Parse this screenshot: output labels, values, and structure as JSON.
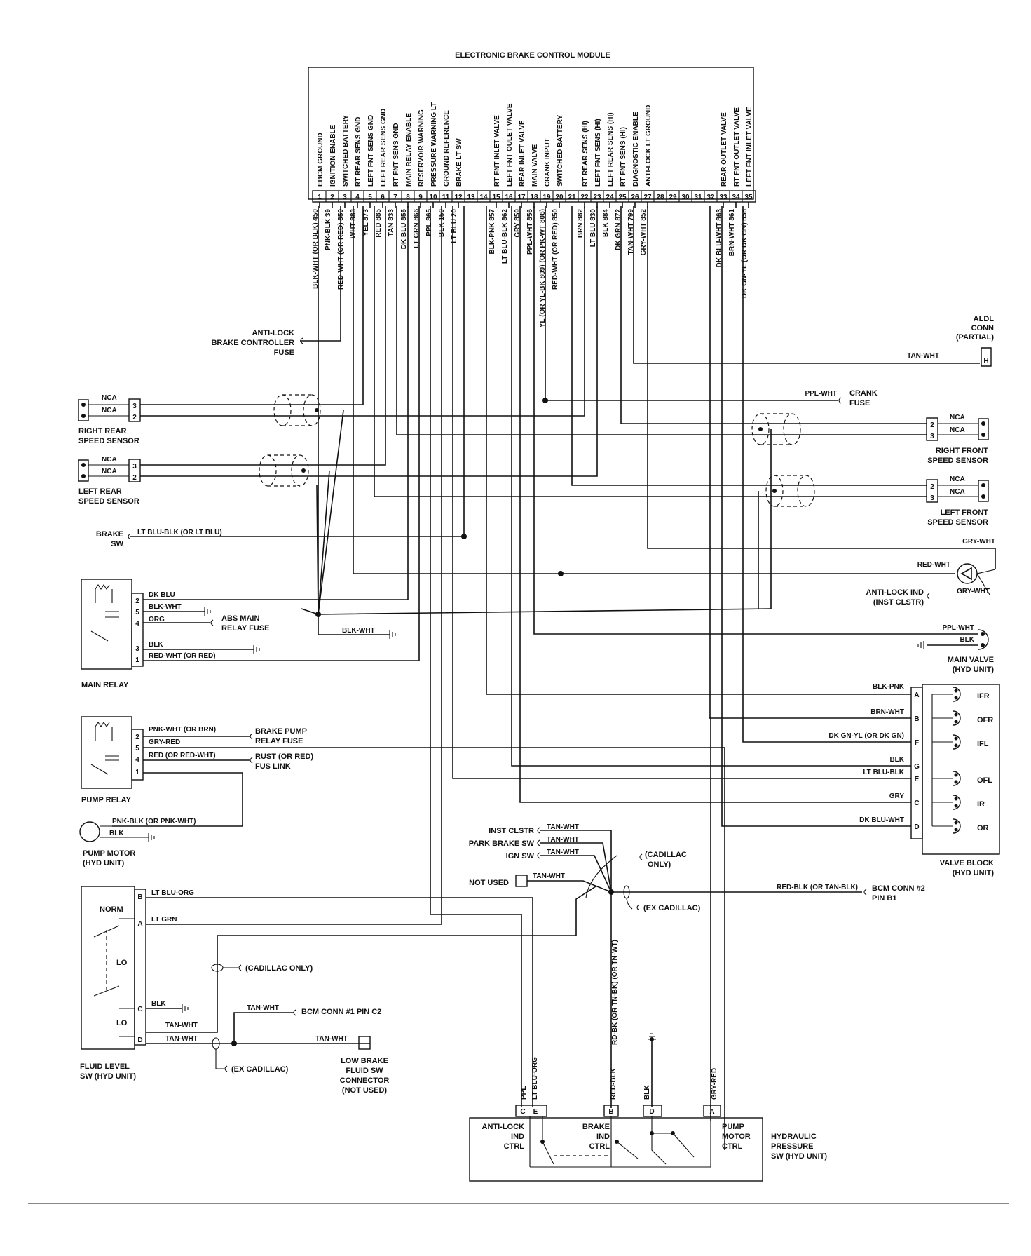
{
  "module": {
    "title": "ELECTRONIC BRAKE CONTROL MODULE",
    "functions": [
      {
        "pin": 1,
        "name": "EBCM GROUND"
      },
      {
        "pin": 2,
        "name": "IGNITION ENABLE"
      },
      {
        "pin": 3,
        "name": "SWITCHED BATTERY"
      },
      {
        "pin": 4,
        "name": "RT REAR SENS GND"
      },
      {
        "pin": 5,
        "name": "LEFT FNT SENS GND"
      },
      {
        "pin": 6,
        "name": "LEFT REAR SENS GND"
      },
      {
        "pin": 7,
        "name": "RT FNT SENS GND"
      },
      {
        "pin": 8,
        "name": "MAIN RELAY ENABLE"
      },
      {
        "pin": 9,
        "name": "RESERVOIR WARNING"
      },
      {
        "pin": 10,
        "name": "PRESSURE WARNING LT"
      },
      {
        "pin": 11,
        "name": "GROUND REFERENCE"
      },
      {
        "pin": 12,
        "name": "BRAKE LT SW"
      },
      {
        "pin": 15,
        "name": "RT FNT INLET VALVE"
      },
      {
        "pin": 16,
        "name": "LEFT FNT OULET VALVE"
      },
      {
        "pin": 17,
        "name": "REAR INLET VALVE"
      },
      {
        "pin": 18,
        "name": "MAIN VALVE"
      },
      {
        "pin": 19,
        "name": "CRANK INPUT"
      },
      {
        "pin": 20,
        "name": "SWITCHED BATTERY"
      },
      {
        "pin": 22,
        "name": "RT REAR SENS (HI)"
      },
      {
        "pin": 23,
        "name": "LEFT FNT SENS (HI)"
      },
      {
        "pin": 24,
        "name": "LEFT REAR SENS (HI)"
      },
      {
        "pin": 25,
        "name": "RT FNT SENS (HI)"
      },
      {
        "pin": 26,
        "name": "DIAGNOSTIC ENABLE"
      },
      {
        "pin": 27,
        "name": "ANTI-LOCK LT GROUND"
      },
      {
        "pin": 33,
        "name": "REAR OUTLET VALVE"
      },
      {
        "pin": 34,
        "name": "RT FNT OUTLET VALVE"
      },
      {
        "pin": 35,
        "name": "LEFT FNT INLET VALVE"
      }
    ],
    "pins": [
      "1",
      "2",
      "3",
      "4",
      "5",
      "6",
      "7",
      "8",
      "9",
      "10",
      "11",
      "12",
      "13",
      "14",
      "15",
      "16",
      "17",
      "18",
      "19",
      "20",
      "21",
      "22",
      "23",
      "24",
      "25",
      "26",
      "27",
      "28",
      "29",
      "30",
      "31",
      "32",
      "33",
      "34",
      "35"
    ],
    "wires": [
      {
        "pin": 1,
        "label": "BLK-WHT (OR BLK) 450"
      },
      {
        "pin": 2,
        "label": "PNK-BLK 39"
      },
      {
        "pin": 3,
        "label": "RED-WHT (OR RED) 850"
      },
      {
        "pin": 4,
        "label": "WHT 883"
      },
      {
        "pin": 5,
        "label": "YEL 873"
      },
      {
        "pin": 6,
        "label": "RED 885"
      },
      {
        "pin": 7,
        "label": "TAN 833"
      },
      {
        "pin": 8,
        "label": "DK BLU 855"
      },
      {
        "pin": 9,
        "label": "LT GRN 866"
      },
      {
        "pin": 10,
        "label": "PPL 865"
      },
      {
        "pin": 11,
        "label": "BLK 150"
      },
      {
        "pin": 12,
        "label": "LT BLU 20"
      },
      {
        "pin": 15,
        "label": "BLK-PNK 857"
      },
      {
        "pin": 16,
        "label": "LT BLU-BLK 862"
      },
      {
        "pin": 17,
        "label": "GRY 859"
      },
      {
        "pin": 18,
        "label": "PPL-WHT 856"
      },
      {
        "pin": 19,
        "label": "YL (OR YL-BK 809) (OR PK-WT 806)"
      },
      {
        "pin": 20,
        "label": "RED-WHT (OR RED) 850"
      },
      {
        "pin": 22,
        "label": "BRN 882"
      },
      {
        "pin": 23,
        "label": "LT BLU 830"
      },
      {
        "pin": 24,
        "label": "BLK 884"
      },
      {
        "pin": 25,
        "label": "DK GRN 872"
      },
      {
        "pin": 26,
        "label": "TAN-WHT 799"
      },
      {
        "pin": 27,
        "label": "GRY-WHT 852"
      },
      {
        "pin": 33,
        "label": "DK BLU-WHT 863"
      },
      {
        "pin": 34,
        "label": "BRN-WHT 861"
      },
      {
        "pin": 35,
        "label": "DK GN-YL (OR DK GN) 858"
      }
    ]
  },
  "labels": {
    "abc_fuse": [
      "ANTI-LOCK",
      "BRAKE CONTROLLER",
      "FUSE"
    ],
    "aldl": [
      "ALDL",
      "CONN",
      "(PARTIAL)"
    ],
    "aldl_wire": "TAN-WHT",
    "aldl_pin": "H",
    "ppl_wht": "PPL-WHT",
    "crank_fuse": [
      "CRANK",
      "FUSE"
    ],
    "nca": "NCA",
    "rr_sensor": [
      "RIGHT REAR",
      "SPEED SENSOR"
    ],
    "lr_sensor": [
      "LEFT REAR",
      "SPEED SENSOR"
    ],
    "rf_sensor": [
      "RIGHT FRONT",
      "SPEED SENSOR"
    ],
    "lf_sensor": [
      "LEFT FRONT",
      "SPEED SENSOR"
    ],
    "pin2": "2",
    "pin3": "3",
    "brake_sw": [
      "BRAKE",
      "SW"
    ],
    "brake_sw_wire": "LT BLU-BLK (OR LT BLU)",
    "gry_wht": "GRY-WHT",
    "red_wht": "RED-WHT",
    "antilock_ind": [
      "ANTI-LOCK IND",
      "(INST CLSTR)"
    ],
    "main_relay": {
      "title": "MAIN RELAY",
      "wires": [
        "DK BLU",
        "BLK-WHT",
        "ORG",
        "BLK",
        "RED-WHT (OR RED)"
      ],
      "pins": [
        "2",
        "5",
        "4",
        "3",
        "1"
      ],
      "fuse": [
        "ABS MAIN",
        "RELAY FUSE"
      ]
    },
    "blk_wht": "BLK-WHT",
    "blk": "BLK",
    "main_valve": [
      "MAIN VALVE",
      "(HYD UNIT)"
    ],
    "pump_relay": {
      "title": "PUMP RELAY",
      "wires": [
        "PNK-WHT (OR BRN)",
        "GRY-RED",
        "RED (OR RED-WHT)"
      ],
      "pins": [
        "2",
        "5",
        "4",
        "1"
      ],
      "fuse1": [
        "BRAKE PUMP",
        "RELAY FUSE"
      ],
      "fuse2": [
        "RUST (OR RED)",
        "FUS LINK"
      ]
    },
    "pump_motor": {
      "title": [
        "PUMP MOTOR",
        "(HYD UNIT)"
      ],
      "wires": [
        "PNK-BLK (OR PNK-WHT)",
        "BLK"
      ]
    },
    "valve_block": {
      "title": [
        "VALVE BLOCK",
        "(HYD UNIT)"
      ],
      "wires": [
        "BLK-PNK",
        "BRN-WHT",
        "DK GN-YL (OR DK GN)",
        "BLK",
        "LT BLU-BLK",
        "GRY",
        "DK BLU-WHT"
      ],
      "pins": [
        "A",
        "B",
        "F",
        "G",
        "E",
        "C",
        "D"
      ],
      "valves": [
        "IFR",
        "OFR",
        "IFL",
        "OFL",
        "IR",
        "OR"
      ]
    },
    "inst_clstr": "INST CLSTR",
    "park_brake_sw": "PARK BRAKE SW",
    "ign_sw": "IGN SW",
    "tan_wht": "TAN-WHT",
    "cadillac_only": [
      "(CADILLAC",
      "ONLY)"
    ],
    "not_used": "NOT USED",
    "red_blk": "RED-BLK (OR TAN-BLK)",
    "bcm_conn2": [
      "BCM CONN #2",
      "PIN B1"
    ],
    "ex_cadillac": "(EX CADILLAC)",
    "fluid_level": {
      "title": [
        "FLUID LEVEL",
        "SW (HYD UNIT)"
      ],
      "wires": [
        "LT BLU-ORG",
        "LT GRN",
        "BLK",
        "TAN-WHT",
        "TAN-WHT"
      ],
      "pins": [
        "B",
        "A",
        "C",
        "D"
      ],
      "norm": "NORM",
      "lo": "LO"
    },
    "cadillac_only2": "(CADILLAC ONLY)",
    "bcm_conn1": "BCM CONN #1 PIN C2",
    "low_brake": [
      "LOW BRAKE",
      "FLUID SW",
      "CONNECTOR",
      "(NOT USED)"
    ],
    "hyd_wires": [
      "PPL",
      "LT BLU-ORG",
      "RD-BK (OR TN-BK) (OR TN-WT)",
      "RED-BLK",
      "BLK",
      "GRY-RED"
    ],
    "hyd_pins": [
      "C",
      "E",
      "B",
      "D",
      "A"
    ],
    "antilock_ctrl": [
      "ANTI-LOCK",
      "IND",
      "CTRL"
    ],
    "brake_ctrl": [
      "BRAKE",
      "IND",
      "CTRL"
    ],
    "pump_ctrl": [
      "PUMP",
      "MOTOR",
      "CTRL"
    ],
    "hyd_sw": [
      "HYDRAULIC",
      "PRESSURE",
      "SW (HYD UNIT)"
    ]
  }
}
